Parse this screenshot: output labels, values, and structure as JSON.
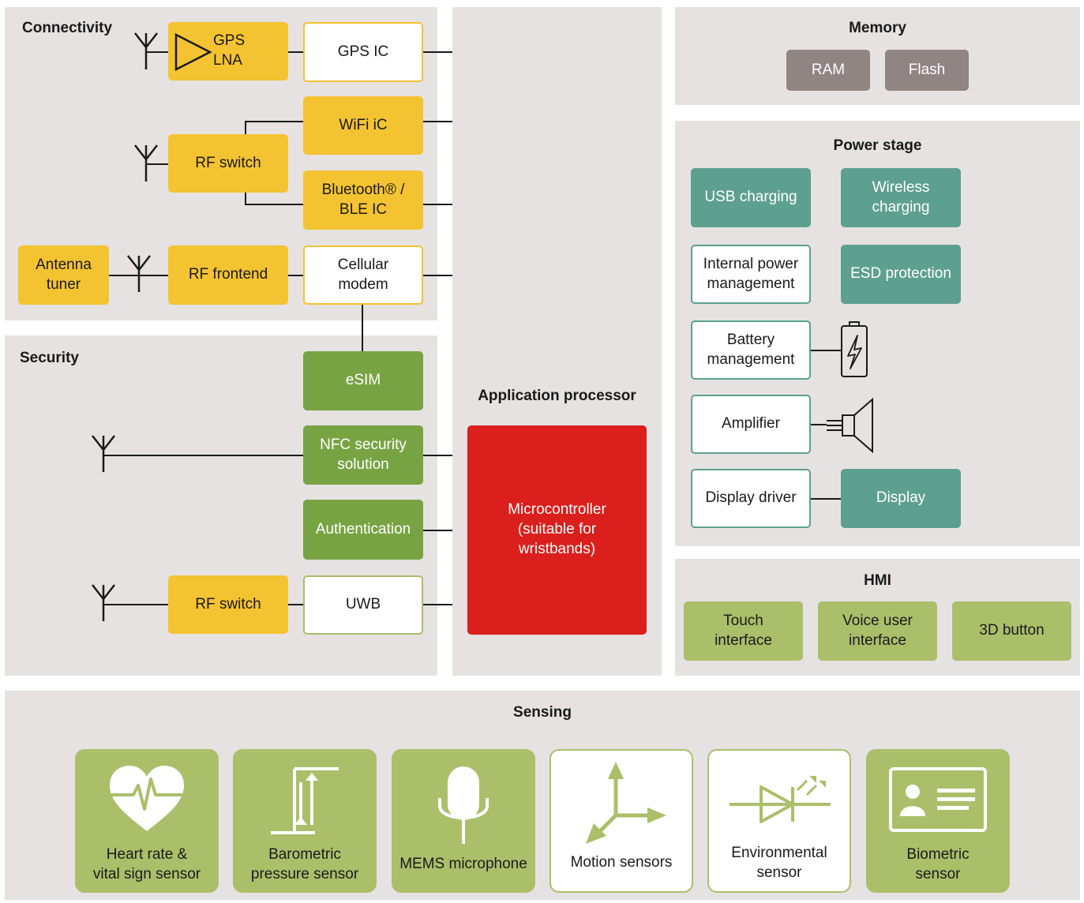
{
  "connectivity": {
    "title": "Connectivity",
    "gps_lna": "GPS\nLNA",
    "gps_ic": "GPS IC",
    "wifi_ic": "WiFi iC",
    "rf_switch": "RF switch",
    "bluetooth": "Bluetooth® /\nBLE IC",
    "antenna_tuner": "Antenna\ntuner",
    "rf_frontend": "RF frontend",
    "cellular_modem": "Cellular\nmodem"
  },
  "security": {
    "title": "Security",
    "esim": "eSIM",
    "nfc": "NFC security\nsolution",
    "authentication": "Authentication",
    "rf_switch": "RF switch",
    "uwb": "UWB"
  },
  "application": {
    "title": "Application processor",
    "microcontroller": "Microcontroller\n(suitable for\nwristbands)"
  },
  "memory": {
    "title": "Memory",
    "ram": "RAM",
    "flash": "Flash"
  },
  "power": {
    "title": "Power stage",
    "usb_charging": "USB charging",
    "wireless_charging": "Wireless\ncharging",
    "internal_power": "Internal power\nmanagement",
    "esd": "ESD protection",
    "battery": "Battery\nmanagement",
    "amplifier": "Amplifier",
    "display_driver": "Display driver",
    "display": "Display"
  },
  "hmi": {
    "title": "HMI",
    "touch": "Touch\ninterface",
    "voice": "Voice user\ninterface",
    "button3d": "3D button"
  },
  "sensing": {
    "title": "Sensing",
    "items": [
      {
        "label": "Heart rate &\nvital sign sensor",
        "icon": "heart-icon"
      },
      {
        "label": "Barometric\npressure sensor",
        "icon": "pressure-icon"
      },
      {
        "label": "MEMS microphone",
        "icon": "microphone-icon"
      },
      {
        "label": "Motion sensors",
        "icon": "axes-icon"
      },
      {
        "label": "Environmental\nsensor",
        "icon": "photodiode-icon"
      },
      {
        "label": "Biometric\nsensor",
        "icon": "id-card-icon"
      }
    ]
  },
  "colors": {
    "connectivity": "#f4c331",
    "security": "#78a343",
    "processor": "#db1f1c",
    "power": "#5ea08f",
    "memory": "#918584",
    "hmi_sensing": "#abbf6a",
    "panel": "#e6e2e2"
  }
}
